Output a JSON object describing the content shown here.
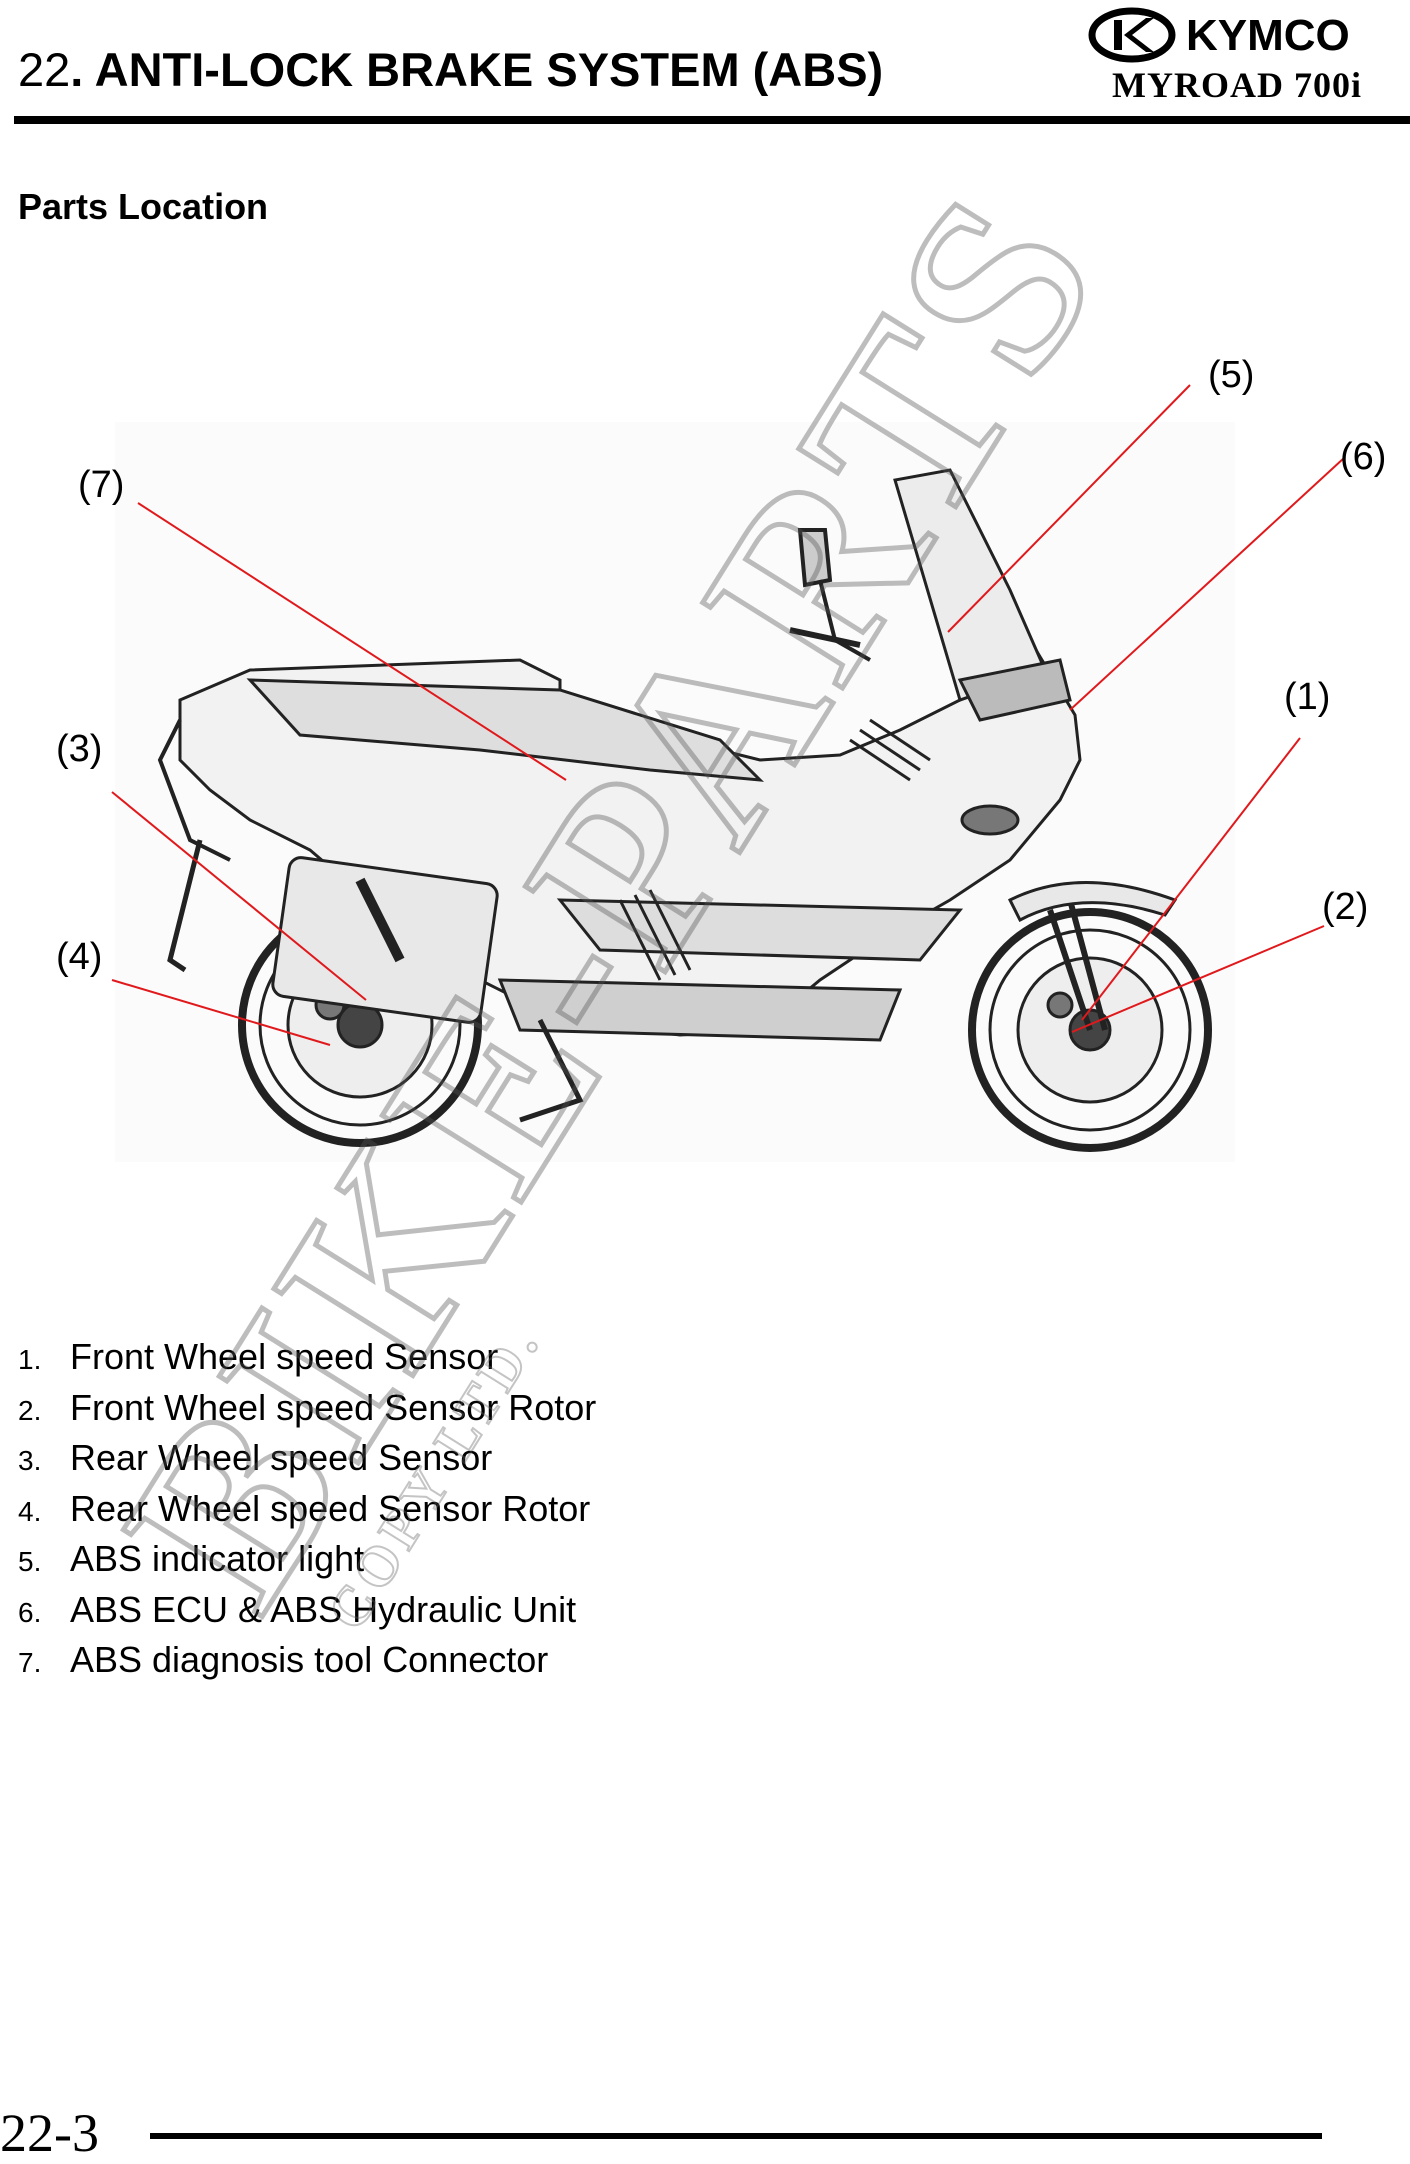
{
  "header": {
    "chapter_number": "22",
    "chapter_title": ". ANTI-LOCK BRAKE SYSTEM (ABS)",
    "brand": "KYMCO",
    "model": "MYROAD 700i"
  },
  "section": {
    "title": "Parts Location"
  },
  "figure": {
    "callouts": [
      "(1)",
      "(2)",
      "(3)",
      "(4)",
      "(5)",
      "(6)",
      "(7)"
    ],
    "leader_color": "#e0191c",
    "watermark_text": "BIKE-PARTS",
    "watermark_subtext": "COPY LTD."
  },
  "parts": [
    {
      "num": "1.",
      "label": "Front Wheel speed Sensor"
    },
    {
      "num": "2.",
      "label": "Front Wheel speed Sensor Rotor"
    },
    {
      "num": "3.",
      "label": "Rear Wheel speed Sensor"
    },
    {
      "num": "4.",
      "label": "Rear Wheel speed Sensor Rotor"
    },
    {
      "num": "5.",
      "label": "ABS indicator light"
    },
    {
      "num": "6.",
      "label": "ABS ECU & ABS Hydraulic Unit"
    },
    {
      "num": "7.",
      "label": "ABS diagnosis tool Connector"
    }
  ],
  "footer": {
    "page_number": "22-3"
  }
}
